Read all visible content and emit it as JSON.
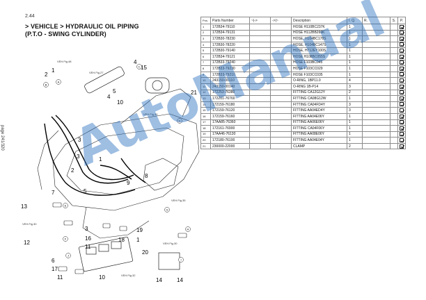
{
  "header": {
    "section": "2.44",
    "title_line1": "> VEHICLE > HYDRAULIC OIL PIPING",
    "title_line2": "(P.T.O - SWING CYLINDER)",
    "page_label": "page 241/320"
  },
  "watermark": "AutoManual",
  "diagram": {
    "refs": [
      "VEH.Fig.48",
      "VEH.Fig.27",
      "VEH.Fig.30",
      "VEH.Fig.35",
      "VEH.Fig.30",
      "VEH.Fig.30",
      "VEH.Fig.32"
    ],
    "callouts": [
      "1",
      "2",
      "3",
      "4",
      "5",
      "6",
      "7",
      "8",
      "9",
      "10",
      "11",
      "12",
      "13",
      "14",
      "15",
      "16",
      "17",
      "18",
      "19",
      "20",
      "21"
    ],
    "circle_letters": [
      "A",
      "B",
      "C",
      "D",
      "E",
      "F",
      "G",
      "H",
      "I",
      "J"
    ]
  },
  "table": {
    "headers": {
      "pos": "Pos.",
      "part_number": "Parts Number",
      "from": "~|->",
      "to": "->|~",
      "description": "Description",
      "iq": "I. Q.",
      "r": "R.",
      "s": "S.",
      "p": "P."
    },
    "rows": [
      {
        "pos": "1",
        "part": "172B34-79110",
        "desc": "HOSE H110BC237K",
        "iq": "1"
      },
      {
        "pos": "2",
        "part": "172B34-79131",
        "desc": "HOSE H112BB269K",
        "iq": "1"
      },
      {
        "pos": "3",
        "part": "172B30-78230",
        "desc": "HOSE, H104BC178S",
        "iq": "1"
      },
      {
        "pos": "4",
        "part": "172B30-78220",
        "desc": "HOSE, H104BC147S",
        "iq": "1"
      },
      {
        "pos": "5",
        "part": "172B30-79140",
        "desc": "HOSE, H712EY100S",
        "iq": "1"
      },
      {
        "pos": "6",
        "part": "172B34-79121",
        "desc": "HOSE H108BC055S",
        "iq": "1"
      },
      {
        "pos": "7",
        "part": "172B33-79240",
        "desc": "HOSE F103BC045",
        "iq": "1"
      },
      {
        "pos": "8",
        "part": "172B33-79230",
        "desc": "HOSE F103CC029",
        "iq": "1"
      },
      {
        "pos": "9",
        "part": "172B33-79210",
        "desc": "HOSE F103CC035",
        "iq": "1"
      },
      {
        "pos": "10",
        "part": "243150-00110",
        "desc": "O-RING, 1BP11.0",
        "iq": "4"
      },
      {
        "pos": "11",
        "part": "243150-00140",
        "desc": "O-RING 1B-P14",
        "iq": "3"
      },
      {
        "pos": "12",
        "part": "172253-76380",
        "desc": "FITTING CA12G12Y",
        "iq": "2"
      },
      {
        "pos": "13",
        "part": "172Z01-76760",
        "desc": "FITTING CA08G12W",
        "iq": "1"
      },
      {
        "pos": "14",
        "part": "172159-76180",
        "desc": "FITTING CA04FD4Y",
        "iq": "3"
      },
      {
        "pos": "15",
        "part": "172159-76120",
        "desc": "FITTING AA04ED4Y",
        "iq": "3"
      },
      {
        "pos": "16",
        "part": "172159-76160",
        "desc": "FITTING AA04E06Y",
        "iq": "1"
      },
      {
        "pos": "17",
        "part": "17AA85-76360",
        "desc": "FITTING AA06E06Y",
        "iq": "1"
      },
      {
        "pos": "18",
        "part": "172161-76900",
        "desc": "FITTING CA04F06Y",
        "iq": "1"
      },
      {
        "pos": "19",
        "part": "17AA46-76130",
        "desc": "FITTING AA08E06Y",
        "iq": "1"
      },
      {
        "pos": "20",
        "part": "172180-76100",
        "desc": "FITTING AA04E04Y",
        "iq": "1"
      },
      {
        "pos": "21",
        "part": "230000-22000",
        "desc": "CLAMP",
        "iq": "2"
      }
    ]
  }
}
